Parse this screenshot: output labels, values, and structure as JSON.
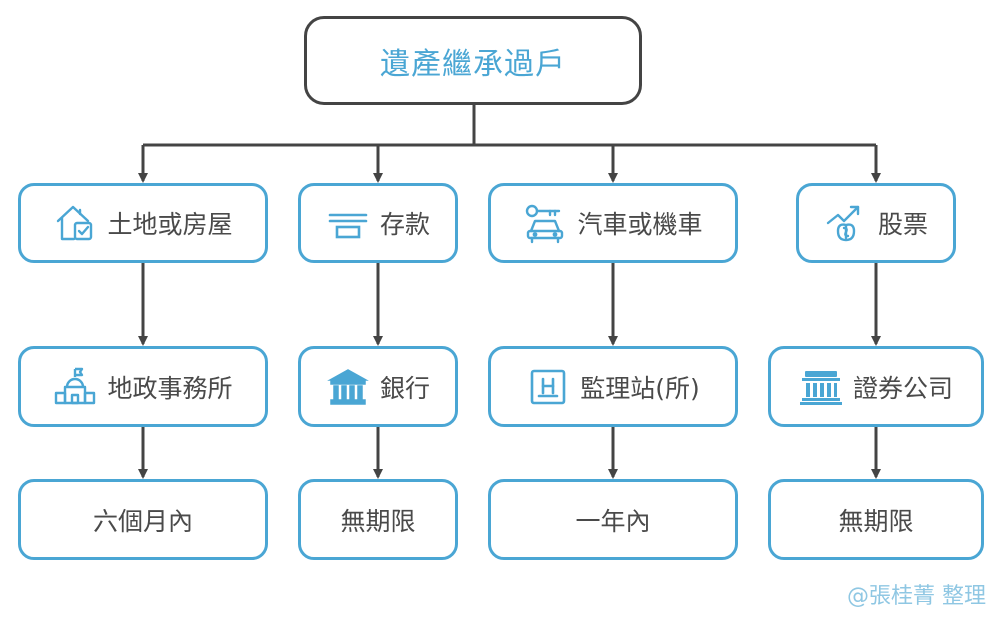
{
  "root": {
    "label": "遺產繼承過戶"
  },
  "branches": [
    {
      "asset": "土地或房屋",
      "asset_icon": "house-check-icon",
      "office": "地政事務所",
      "office_icon": "government-building-icon",
      "deadline": "六個月內"
    },
    {
      "asset": "存款",
      "asset_icon": "deposit-icon",
      "office": "銀行",
      "office_icon": "bank-icon",
      "deadline": "無期限"
    },
    {
      "asset": "汽車或機車",
      "asset_icon": "car-key-icon",
      "office": "監理站(所)",
      "office_icon": "license-plate-icon",
      "deadline": "一年內"
    },
    {
      "asset": "股票",
      "asset_icon": "stock-growth-icon",
      "office": "證券公司",
      "office_icon": "securities-building-icon",
      "deadline": "無期限"
    }
  ],
  "credit": "@張桂菁 整理",
  "colors": {
    "accent": "#4aa6d4",
    "line": "#444444",
    "text": "#4a4a4a"
  }
}
